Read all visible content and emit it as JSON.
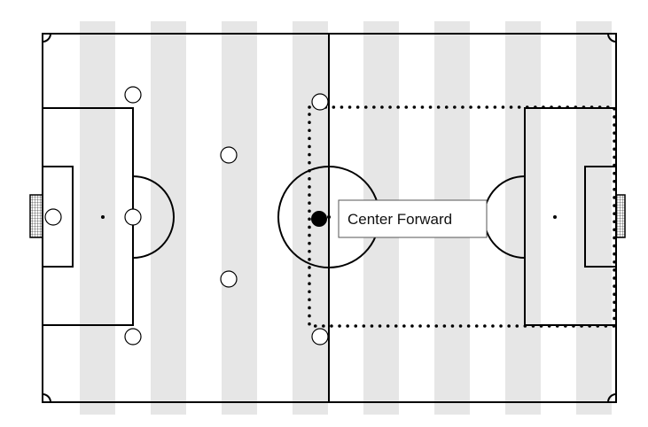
{
  "diagram": {
    "highlighted_player": {
      "label": "Center Forward",
      "marker_color": "#000000"
    },
    "players_outlined_count": 8,
    "zone_style": "dotted",
    "stripe_color": "#e6e6e6",
    "line_color": "#000000"
  }
}
